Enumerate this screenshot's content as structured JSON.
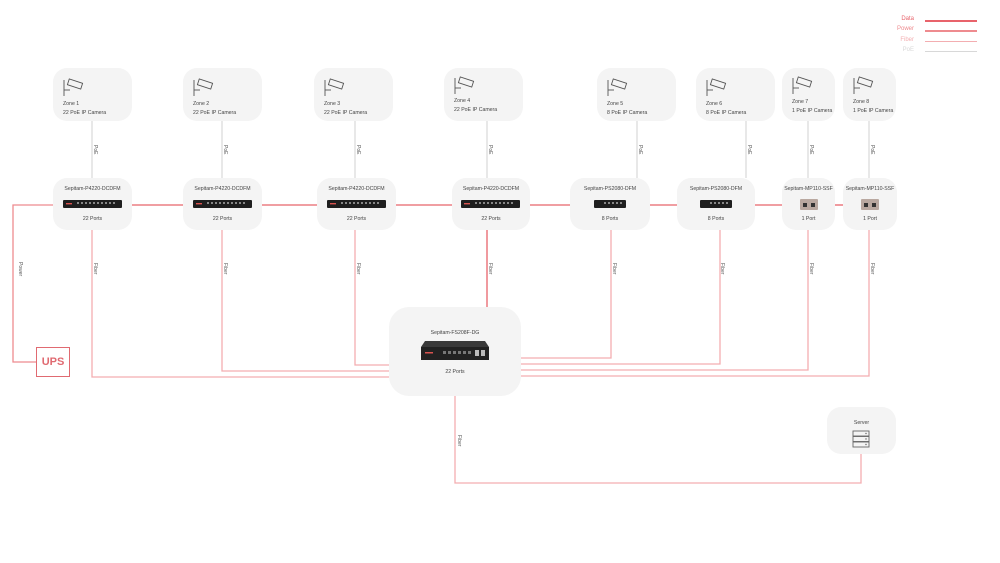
{
  "legend": [
    {
      "label": "Data",
      "color": "#e8636b"
    },
    {
      "label": "Power",
      "color": "#ee8b8f"
    },
    {
      "label": "Fiber",
      "color": "#f3aeb1"
    },
    {
      "label": "PoE",
      "color": "#d8d8d8"
    }
  ],
  "zones": [
    {
      "title": "Zone 1",
      "sub": "22 PoE IP Camera"
    },
    {
      "title": "Zone 2",
      "sub": "22 PoE IP Camera"
    },
    {
      "title": "Zone 3",
      "sub": "22 PoE IP Camera"
    },
    {
      "title": "Zone 4",
      "sub": "22 PoE IP Camera"
    },
    {
      "title": "Zone 5",
      "sub": "8 PoE IP Camera"
    },
    {
      "title": "Zone 6",
      "sub": "8 PoE IP Camera"
    },
    {
      "title": "Zone 7",
      "sub": "1 PoE IP Camera"
    },
    {
      "title": "Zone 8",
      "sub": "1 PoE IP Camera"
    }
  ],
  "switches": [
    {
      "name": "Sepitam-P4220-DCDFM",
      "ports": "22 Ports"
    },
    {
      "name": "Sepitam-P4220-DCDFM",
      "ports": "22 Ports"
    },
    {
      "name": "Sepitam-P4220-DCDFM",
      "ports": "22 Ports"
    },
    {
      "name": "Sepitam-P4220-DCDFM",
      "ports": "22 Ports"
    },
    {
      "name": "Sepitam-PS2080-DFM",
      "ports": "8 Ports"
    },
    {
      "name": "Sepitam-PS2080-DFM",
      "ports": "8 Ports"
    },
    {
      "name": "Sepitam-MP110-SSF",
      "ports": "1 Port"
    },
    {
      "name": "Sepitam-MP110-SSF",
      "ports": "1 Port"
    }
  ],
  "core": {
    "name": "Sepitam-FS208F-DG",
    "ports": "22 Ports"
  },
  "server": {
    "label": "Server"
  },
  "ups": {
    "label": "UPS"
  },
  "links": {
    "poe": "PoE",
    "fiber": "Fiber",
    "power": "Power"
  }
}
